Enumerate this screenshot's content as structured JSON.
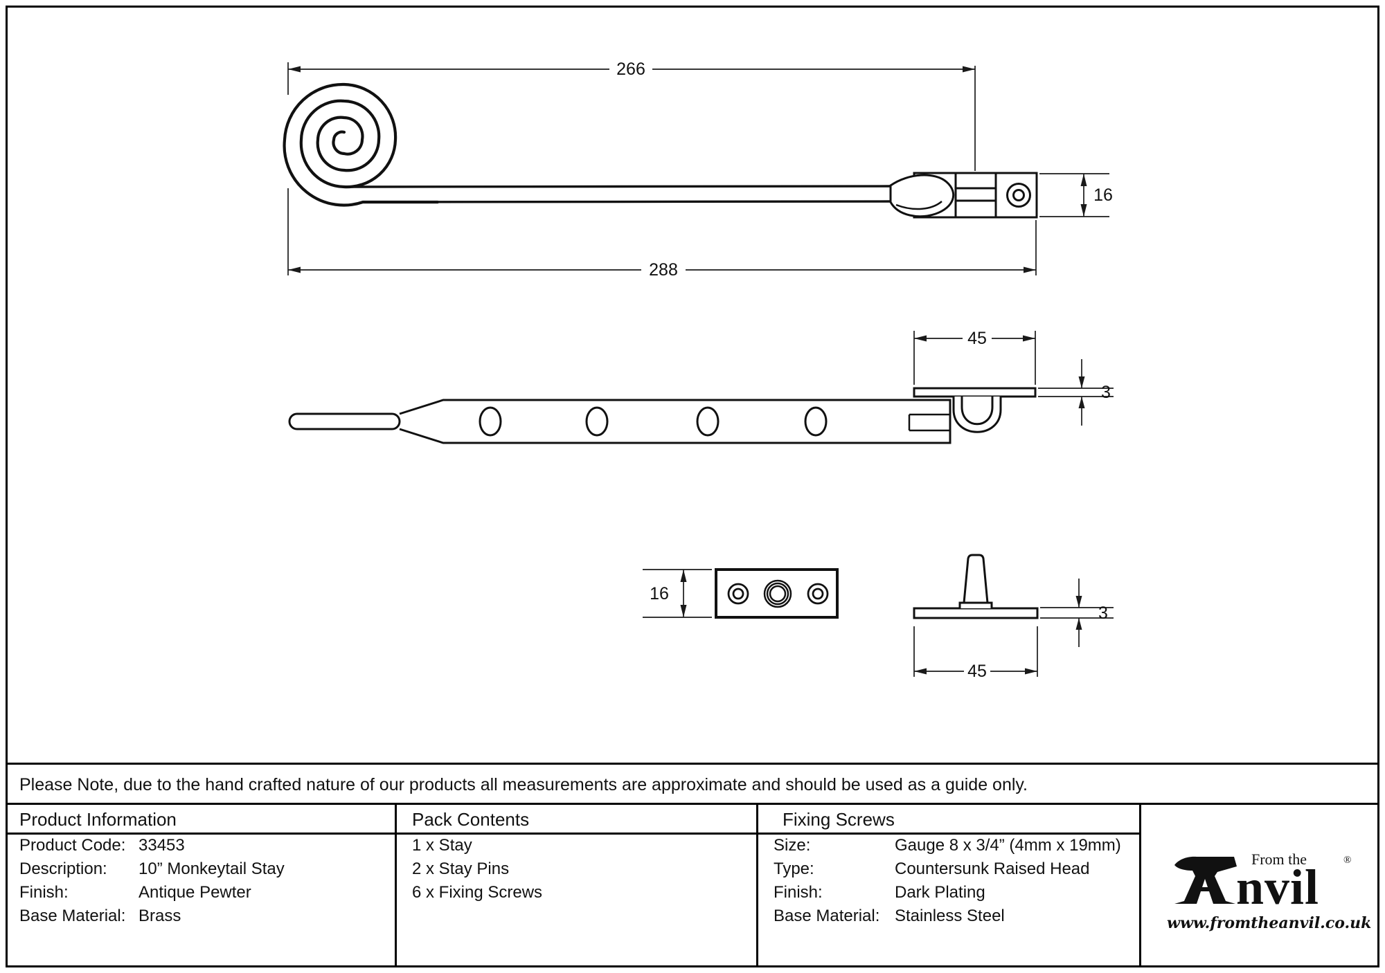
{
  "sheet": {
    "note": "Please Note, due to the hand crafted nature of our products all measurements are approximate and should be used as a guide only."
  },
  "dimensions": {
    "stay_length_to_pivot": "266",
    "stay_total_length": "288",
    "end_bracket_height": "16",
    "bracket_plate_width": "45",
    "bracket_plate_thickness": "3",
    "keep_plate_height": "16",
    "pin_base_width": "45",
    "pin_base_thickness": "3"
  },
  "product_information": {
    "title": "Product Information",
    "rows": [
      {
        "label": "Product Code:",
        "value": "33453"
      },
      {
        "label": "Description:",
        "value": "10” Monkeytail Stay"
      },
      {
        "label": "Finish:",
        "value": "Antique Pewter"
      },
      {
        "label": "Base Material:",
        "value": "Brass"
      }
    ]
  },
  "pack_contents": {
    "title": "Pack Contents",
    "items": [
      "1 x Stay",
      "2 x Stay Pins",
      "6 x Fixing Screws"
    ]
  },
  "fixing_screws": {
    "title": "Fixing Screws",
    "rows": [
      {
        "label": "Size:",
        "value": "Gauge 8 x 3/4” (4mm x 19mm)"
      },
      {
        "label": "Type:",
        "value": "Countersunk Raised Head"
      },
      {
        "label": "Finish:",
        "value": "Dark Plating"
      },
      {
        "label": "Base Material:",
        "value": "Stainless Steel"
      }
    ]
  },
  "logo": {
    "from_the": "From the",
    "brand": "Anvil",
    "brand_suffix": "nvil",
    "registered": "®",
    "url": "www.fromtheanvil.co.uk"
  },
  "colors": {
    "line": "#111111",
    "background": "#ffffff"
  }
}
